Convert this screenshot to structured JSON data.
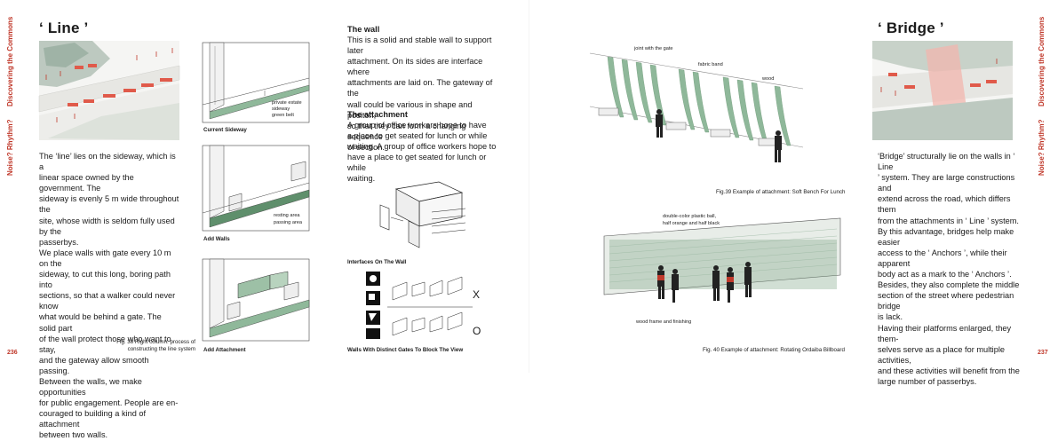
{
  "left_page": {
    "title": "‘ Line ’",
    "side_tab_top": "Discovering the Commons",
    "side_tab_bottom": "Noise? Rhythm?",
    "paragraph": [
      "The ‘line’ lies on the sideway, which is a",
      "linear space owned by the government.  The",
      "sideway is evenly 5 m wide throughout the",
      "site, whose width is seldom fully used by the",
      "passerbys.",
      "We place walls with gate every 10 m on the",
      "sideway, to cut this long, boring path into",
      "sections, so that a walker could never know",
      "what would be behind a gate. The solid part",
      "of the wall protect those who want to stay,",
      "and the gateway allow smooth passing.",
      "Between the walls, we make opportunities",
      "for public engagement. People are en-",
      "couraged to building a kind of attachment",
      "between two walls."
    ],
    "fig38_caption": [
      "Fig. 38 Right column: process of",
      "constructing the line system"
    ],
    "page_number": "236",
    "diagram_labels": {
      "current_sideway": "Current Sideway",
      "add_walls": "Add Walls",
      "add_attachment": "Add Attachment",
      "private_estate": "private estate",
      "sideway": "sideway",
      "green_belt": "green belt",
      "resting_area": "resting area",
      "passing_area": "passing area"
    },
    "wall_heading": "The wall",
    "wall_text": [
      "This is a solid and stable wall to support later",
      "attachment. On its sides are interface where",
      "attachments are laid on. The gateway of the",
      "wall could be various in shape and positon,",
      "so that they can form a changing sequence",
      "of section."
    ],
    "attachment_heading": "The attachment",
    "attachment_text": [
      "A group of office workers hope to have",
      "a place to get seated for lunch or while",
      "waiting. A group of office workers hope to",
      "have a place to get seated for lunch or while",
      "waiting."
    ],
    "interfaces_caption": "Interfaces On The Wall",
    "walls_caption": "Walls With Distinct Gates To Block The View",
    "symbol_x": "X",
    "symbol_o": "O"
  },
  "right_page": {
    "title": "‘ Bridge ’",
    "side_tab_top": "Discovering the Commons",
    "side_tab_bottom": "Noise? Rhythm?",
    "page_number": "237",
    "bench_labels": {
      "joint": "joint with the gate",
      "fabric": "fabric band",
      "wood": "wood"
    },
    "fig39_caption": "Fig.39    Example of attachment: Soft Bench For Lunch",
    "billboard_labels": {
      "ball_1": "double-color plastic ball,",
      "ball_2": "half orange and half black",
      "frame": "wood frame and finishing"
    },
    "fig40_caption": "Fig. 40 Example of attachment: Rotating Ordaiba Billboard",
    "paragraph": [
      "‘Bridge’ structurally lie on the walls in ‘ Line",
      "’ system. They are large constructions and",
      "extend across the road, which differs them",
      "from the attachments in ‘ Line ’ system.",
      "By this advantage, bridges help make easier",
      "access to the ‘ Anchors ’, while their apparent",
      "body act as a mark to the ‘ Anchors ’.",
      "Besides, they also complete the middle",
      "section of the street where pedestrian bridge",
      "is lack.",
      "Having their platforms enlarged, they them-",
      "selves serve as a place for multiple activities,",
      "and these activities will benefit from the",
      "large number of passerbys."
    ]
  },
  "colors": {
    "accent_red": "#c0392b",
    "wall_green": "#8fb89a",
    "bridge_pink": "#f2b5ad"
  }
}
